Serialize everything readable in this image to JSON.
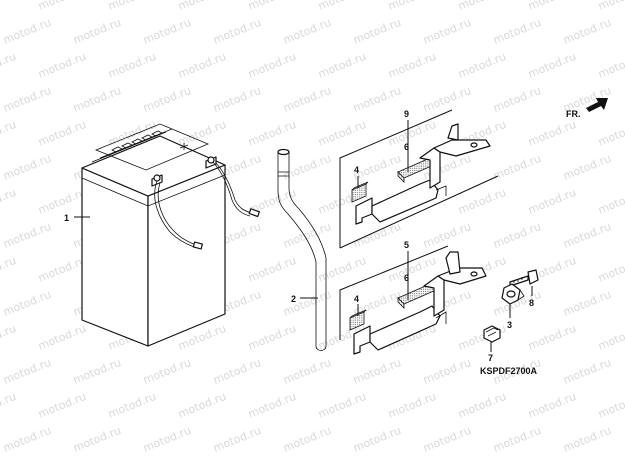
{
  "watermark_text": "motod.ru",
  "direction_label": "FR.",
  "diagram_code": "KSPDF2700A",
  "callouts": {
    "battery": "1",
    "breather_tube": "2",
    "nut": "3",
    "cushion_upper": "4",
    "cushion_lower": "4",
    "holder_lower": "5",
    "pad_upper": "6",
    "pad_lower": "6",
    "cap": "7",
    "bolt": "8",
    "holder_upper": "9"
  }
}
